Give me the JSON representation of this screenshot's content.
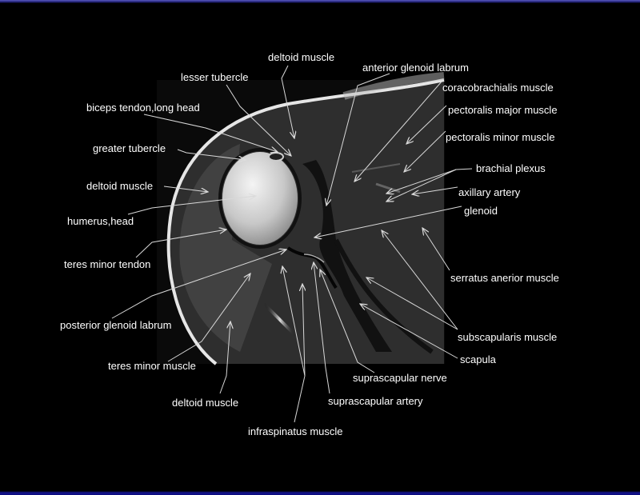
{
  "title": "Shoulder MRI axial anatomy",
  "colors": {
    "background": "#000000",
    "border": "#1a1a8a",
    "label": "#ffffff"
  },
  "labels": {
    "deltoid_top": "deltoid muscle",
    "anterior_glenoid_labrum": "anterior glenoid labrum",
    "lesser_tubercle": "lesser tubercle",
    "coracobrachialis": "coracobrachialis muscle",
    "biceps_tendon": "biceps tendon,long head",
    "pectoralis_major": "pectoralis major muscle",
    "pectoralis_minor": "pectoralis minor muscle",
    "greater_tubercle": "greater tubercle",
    "brachial_plexus": "brachial plexus",
    "deltoid_left": "deltoid muscle",
    "axillary_artery": "axillary artery",
    "humerus_head": "humerus,head",
    "glenoid": "glenoid",
    "teres_minor_tendon": "teres minor tendon",
    "serratus": "serratus anerior muscle",
    "posterior_glenoid_labrum": "posterior glenoid labrum",
    "subscapularis": "subscapularis muscle",
    "scapula": "scapula",
    "teres_minor_muscle": "teres minor muscle",
    "suprascapular_nerve": "suprascapular nerve",
    "deltoid_bottom": "deltoid muscle",
    "suprascapular_artery": "suprascapular artery",
    "infraspinatus": "infraspinatus muscle"
  }
}
